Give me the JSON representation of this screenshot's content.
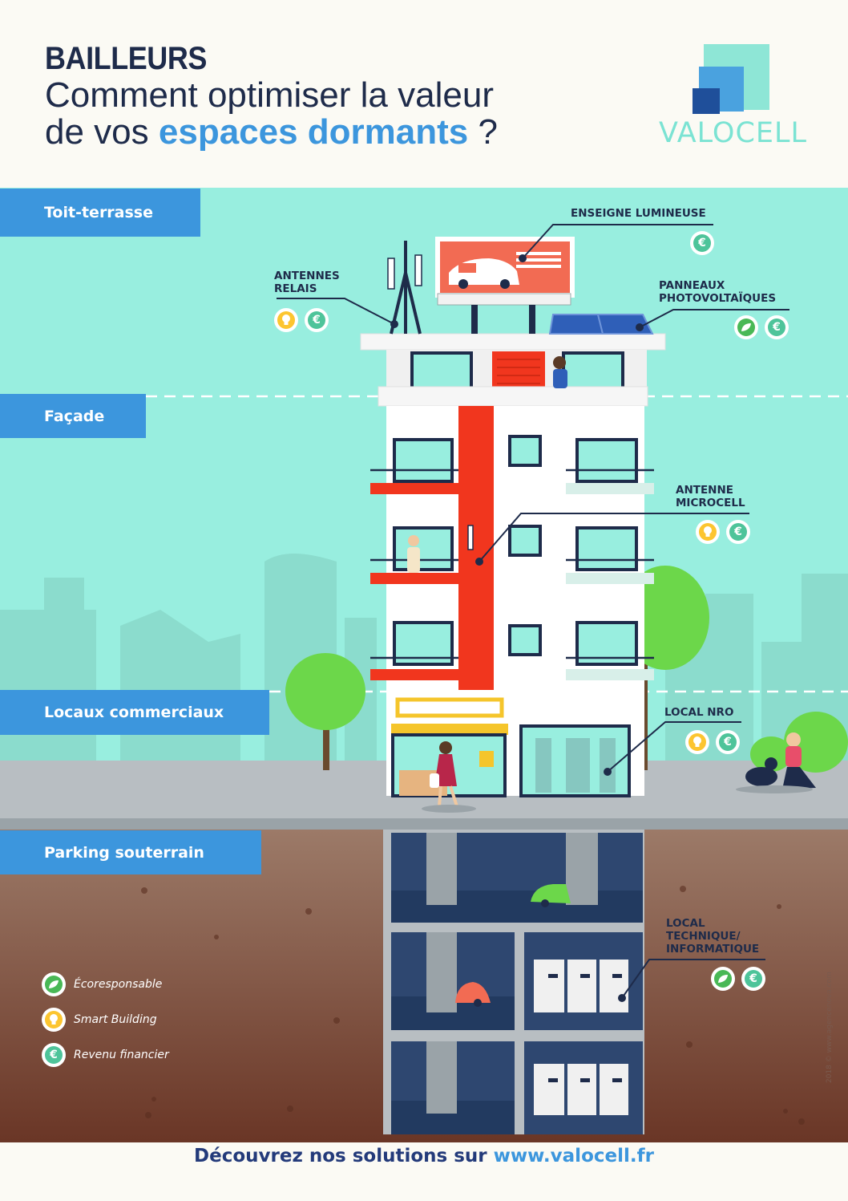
{
  "header": {
    "title": "BAILLEURS",
    "line1": "Comment optimiser la valeur",
    "line2_prefix": "de vos ",
    "line2_highlight": "espaces dormants",
    "line2_suffix": " ?"
  },
  "logo": {
    "text": "VALOCELL"
  },
  "sections": [
    {
      "label": "Toit-terrasse"
    },
    {
      "label": "Façade"
    },
    {
      "label": "Locaux commerciaux"
    },
    {
      "label": "Parking souterrain"
    }
  ],
  "callouts": {
    "enseigne": {
      "label": "ENSEIGNE LUMINEUSE",
      "icons": [
        "euro-coin-icon"
      ]
    },
    "antennes_relais": {
      "line1": "ANTENNES",
      "line2": "RELAIS",
      "icons": [
        "bulb-icon",
        "euro-coin-icon"
      ]
    },
    "panneaux": {
      "line1": "PANNEAUX",
      "line2": "PHOTOVOLTAÏQUES",
      "icons": [
        "leaf-icon",
        "euro-coin-icon"
      ]
    },
    "microcell": {
      "line1": "ANTENNE",
      "line2": "MICROCELL",
      "icons": [
        "bulb-icon",
        "euro-coin-icon"
      ]
    },
    "nro": {
      "label": "LOCAL NRO",
      "icons": [
        "bulb-icon",
        "euro-coin-icon"
      ]
    },
    "technique": {
      "line1": "LOCAL",
      "line2": "TECHNIQUE/",
      "line3": "INFORMATIQUE",
      "icons": [
        "leaf-icon",
        "euro-coin-icon"
      ]
    }
  },
  "legend": [
    {
      "icon": "leaf-icon",
      "label": "Écoresponsable"
    },
    {
      "icon": "bulb-icon",
      "label": "Smart Building"
    },
    {
      "icon": "euro-coin-icon",
      "label": "Revenu financier"
    }
  ],
  "icon_glyphs": {
    "euro": "€"
  },
  "footer": {
    "prefix": "Découvrez nos solutions sur ",
    "url": "www.valocell.fr"
  },
  "credit": "2018 © www.agencenova.com",
  "colors": {
    "navy": "#1e2b4a",
    "accent_blue": "#3c96dd",
    "sky": "#98eedf",
    "logo_mint": "#7be3d3",
    "building_red": "#f1361e",
    "euro_green": "#4ec49a",
    "bulb_yellow": "#fcc530",
    "leaf_green": "#49b856"
  }
}
